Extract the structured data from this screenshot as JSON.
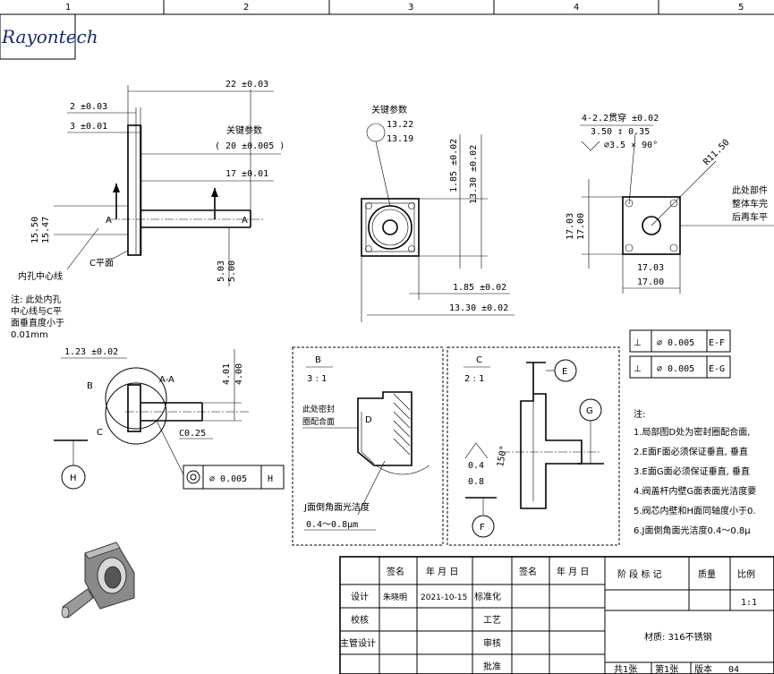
{
  "logo_text": "Rayontech",
  "zone_numbers": [
    "1",
    "2",
    "3",
    "4",
    "5"
  ],
  "view_left": {
    "dims": [
      "22 ±0.03",
      "2 ±0.03",
      "3 ±0.01",
      "关键参数",
      "( 20 ±0.005 )",
      "17 ±0.01",
      "15.50",
      "15.47",
      "5.03",
      "5.00"
    ],
    "section_mark": "A",
    "labels": [
      "内孔中心线",
      "C平面"
    ],
    "note": [
      "注: 此处内孔",
      "中心线与C平",
      "面垂直度小于",
      "0.01mm"
    ]
  },
  "view_front": {
    "title": "关键参数",
    "dims": [
      "13.22",
      "13.19",
      "1.85 ±0.02",
      "13.30 ±0.02",
      "1.85 ±0.02",
      "13.30 ±0.02"
    ]
  },
  "view_right": {
    "hole_callout": [
      "4-2.2贯穿 ±0.02",
      "3.50 ↧ 0.35",
      "⌀3.5 × 90°"
    ],
    "radius": "R11.50",
    "dims_v": [
      "17.03",
      "17.00"
    ],
    "dims_h": [
      "17.03",
      "17.00"
    ],
    "side_note": [
      "此处部件",
      "整体车完",
      "后再车平"
    ]
  },
  "section_aa": {
    "title": "A-A",
    "dims": [
      "1.23 ±0.02",
      "C0.25",
      "4.01",
      "4.00"
    ],
    "labels": [
      "B",
      "C",
      "H"
    ],
    "fcf": {
      "symbol": "◎",
      "tol": "⌀ 0.005",
      "datum": "H"
    }
  },
  "detail_b": {
    "name": "B",
    "scale": "3 : 1",
    "labels": [
      "此处密封",
      "圈配合面",
      "D"
    ],
    "finish_note": "J面倒角面光洁度",
    "finish_value": "0.4～0.8μm"
  },
  "detail_c": {
    "name": "C",
    "scale": "2 : 1",
    "labels": [
      "E",
      "G",
      "F"
    ],
    "angle": "150°",
    "finish": [
      "0.4",
      "0.8"
    ]
  },
  "tolerance_frames": [
    {
      "symbol": "⊥",
      "tol": "⌀ 0.005",
      "datum": "E-F"
    },
    {
      "symbol": "⊥",
      "tol": "⌀ 0.005",
      "datum": "E-G"
    }
  ],
  "notes": {
    "heading": "注:",
    "items": [
      "1.局部图D处为密封圈配合面,",
      "2.E面F面必须保证垂直, 垂直",
      "3.E面G面必须保证垂直, 垂直",
      "4.阀盖杆内壁G面表面光洁度要",
      "5.阀芯内壁和H面同轴度小于0.",
      "6.J面倒角面光洁度0.4～0.8μ"
    ]
  },
  "title_block": {
    "header": [
      "签名",
      "年 月 日",
      "签名",
      "年 月 日",
      "阶 段 标 记",
      "质量",
      "比例"
    ],
    "rows": [
      {
        "role": "设计",
        "name": "朱晓明",
        "date": "2021-10-15",
        "role2": "标准化"
      },
      {
        "role": "校核",
        "name": "",
        "date": "",
        "role2": "工艺"
      },
      {
        "role": "主管设计",
        "name": "",
        "date": "",
        "role2": "审核"
      },
      {
        "role": "",
        "name": "",
        "date": "",
        "role2": "批准"
      }
    ],
    "scale_value": "1:1",
    "material": "材质: 316不锈钢",
    "sheets": "共1张",
    "sheet_no": "第1张",
    "version_label": "版本",
    "version": "04"
  }
}
